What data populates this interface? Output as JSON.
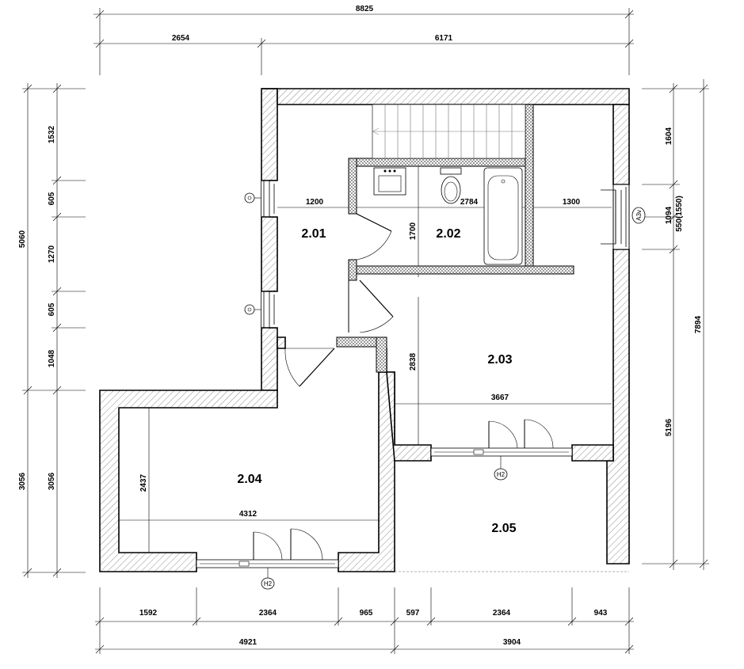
{
  "dimensions": {
    "top_total": "8825",
    "top_left": "2654",
    "top_right": "6171",
    "left_total_top": "5060",
    "left_total_bottom": "3056",
    "left_segments": [
      "1532",
      "605",
      "1270",
      "605",
      "1048",
      "3056"
    ],
    "right_total": "7894",
    "right_segments": [
      "1604",
      "1094",
      "550(1550)",
      "5196"
    ],
    "bottom_segments": [
      "1592",
      "2364",
      "965",
      "597",
      "2364",
      "943"
    ],
    "bottom_totals": [
      "4921",
      "3904"
    ],
    "interior": [
      "1200",
      "2784",
      "1300",
      "1700",
      "2838",
      "3667",
      "2437",
      "4312"
    ]
  },
  "rooms": [
    "2.01",
    "2.02",
    "2.03",
    "2.04",
    "2.05"
  ],
  "tags": {
    "h2_top": "H2",
    "h2_bottom": "H2",
    "a3v": "A3v"
  }
}
